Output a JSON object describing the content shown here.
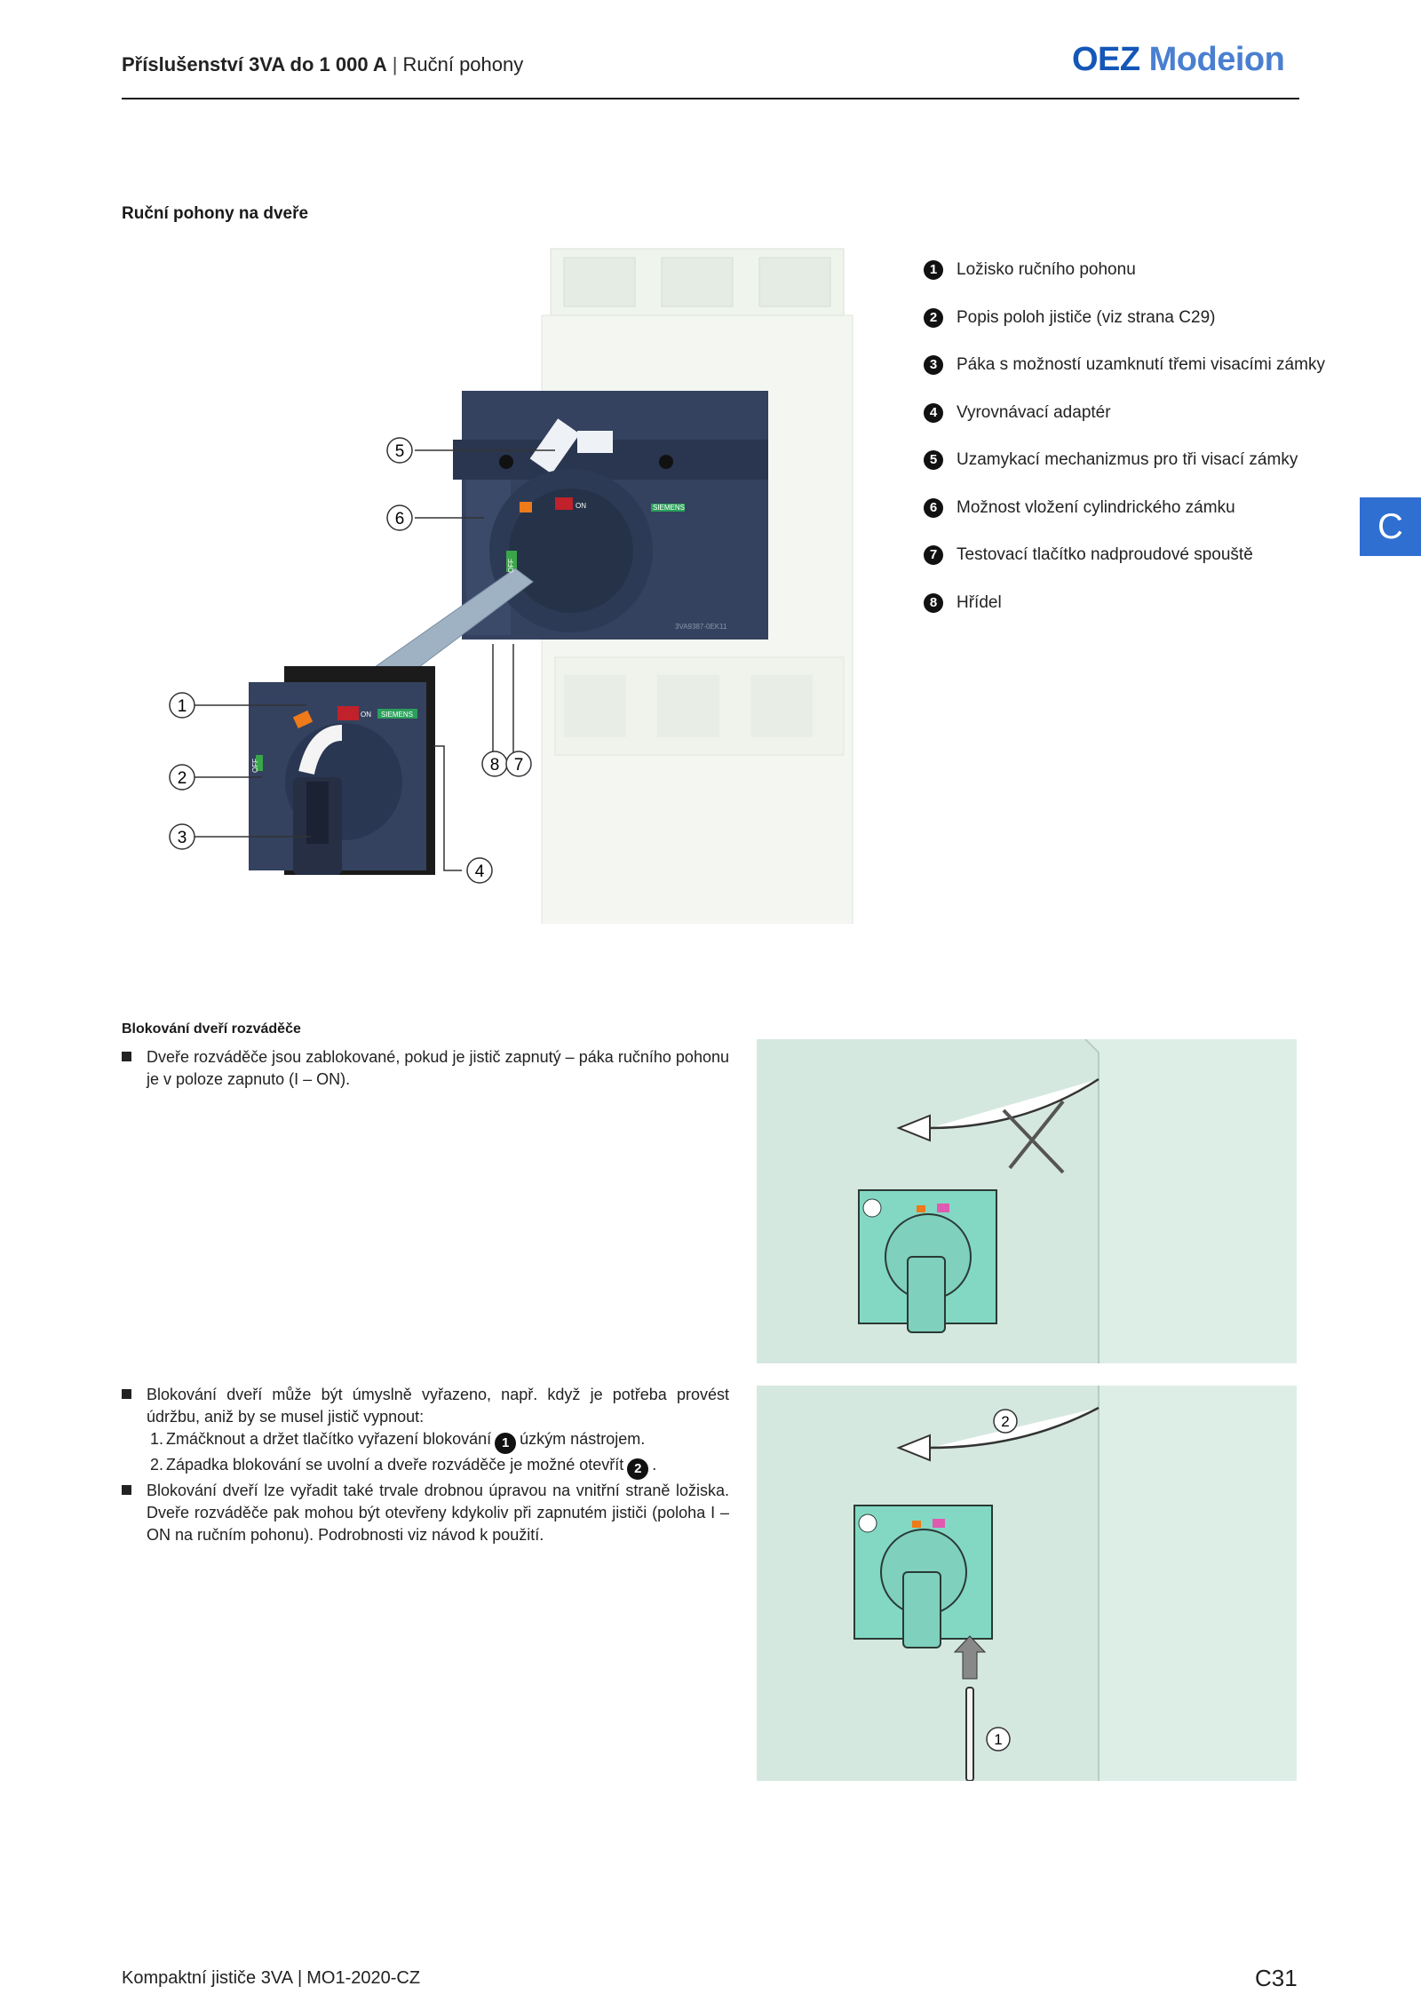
{
  "header": {
    "title": "Příslušenství 3VA do 1 000 A",
    "separator": "|",
    "subtitle": "Ruční pohony",
    "brand_oez": "OEZ",
    "brand_modeion": "Modeion"
  },
  "side_tab": "C",
  "section_title": "Ruční pohony na dveře",
  "legend": [
    {
      "n": "1",
      "text": "Ložisko ručního pohonu"
    },
    {
      "n": "2",
      "text": "Popis poloh jističe (viz strana C29)"
    },
    {
      "n": "3",
      "text": "Páka s možností uzamknutí třemi visacími zámky"
    },
    {
      "n": "4",
      "text": "Vyrovnávací adaptér"
    },
    {
      "n": "5",
      "text": "Uzamykací mechanizmus pro tři visací zámky"
    },
    {
      "n": "6",
      "text": "Možnost vložení cylindrického zámku"
    },
    {
      "n": "7",
      "text": "Testovací tlačítko nadproudové spouště"
    },
    {
      "n": "8",
      "text": "Hřídel"
    }
  ],
  "diagram": {
    "callouts": [
      "1",
      "2",
      "3",
      "4",
      "5",
      "6",
      "7",
      "8"
    ],
    "brand": "SIEMENS",
    "on_label": "ON",
    "off_label": "OFF",
    "code": "3VA9387-0EK11"
  },
  "blocking": {
    "heading": "Blokování dveří rozváděče",
    "bullet1": "Dveře rozváděče jsou zablokované, pokud je jistič zapnutý – páka ručního pohonu je v poloze zapnuto (I – ON).",
    "bullet2": "Blokování dveří může být úmyslně vyřazeno, např. když je potřeba provést údržbu, aniž by se musel jistič vypnout:",
    "step1_n": "1.",
    "step1_pre": "Zmáčknout a držet tlačítko vyřazení blokování",
    "step1_num": "1",
    "step1_post": "úzkým nástrojem.",
    "step2_n": "2.",
    "step2_pre": "Západka blokování se uvolní a dveře rozváděče je možné otevřít",
    "step2_num": "2",
    "step2_post": ".",
    "bullet3": "Blokování dveří lze vyřadit také trvale drobnou úpravou na vnitřní straně ložiska. Dveře rozváděče pak mohou být otevřeny kdykoliv při zapnutém jističi (poloha I – ON na ručním pohonu). Podrobnosti viz návod k použití."
  },
  "fig2_callouts": [
    "2",
    "1"
  ],
  "footer": {
    "doc": "Kompaktní jističe 3VA",
    "sep": "|",
    "code": "MO1-2020-CZ",
    "page": "C31"
  },
  "colors": {
    "accent_blue": "#2f6fd2",
    "brand_blue": "#1457b8",
    "panel_mint": "#dbede6",
    "device_navy": "#34425f"
  }
}
